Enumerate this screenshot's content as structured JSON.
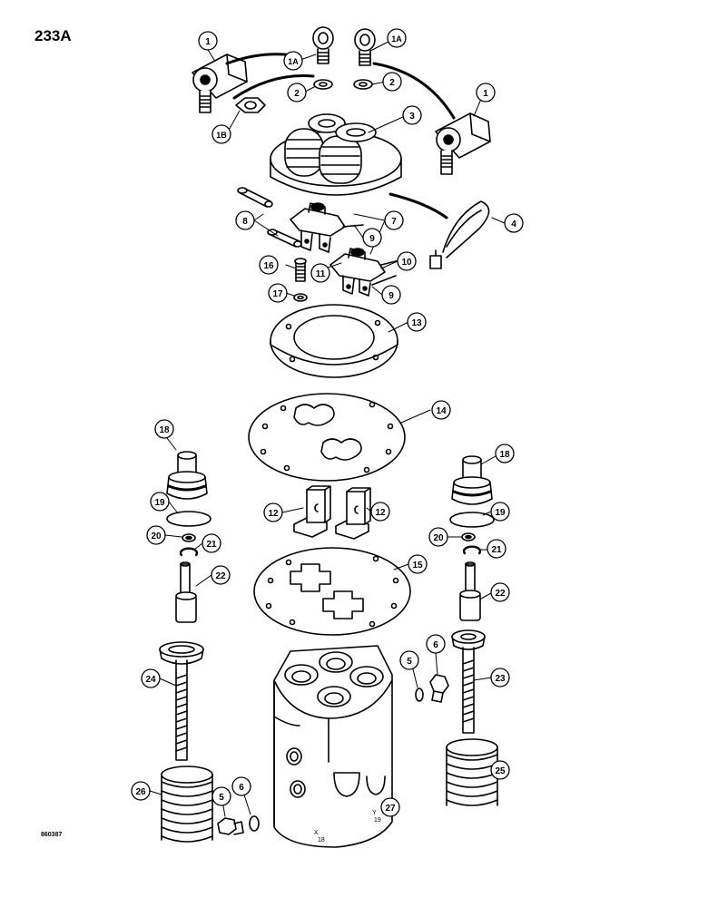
{
  "page_number": "233A",
  "reference_code": "860387",
  "callouts": {
    "c1a": "1",
    "c1b": "1",
    "c1a_eye_l": "1A",
    "c1a_eye_r": "1A",
    "c1b_nut": "1B",
    "c2a": "2",
    "c2b": "2",
    "c3": "3",
    "c4": "4",
    "c5a": "5",
    "c5b": "5",
    "c6a": "6",
    "c6b": "6",
    "c7": "7",
    "c8": "8",
    "c9a": "9",
    "c9b": "9",
    "c10": "10",
    "c11": "11",
    "c12a": "12",
    "c12b": "12",
    "c13": "13",
    "c14": "14",
    "c15": "15",
    "c16": "16",
    "c17": "17",
    "c18a": "18",
    "c18b": "18",
    "c19a": "19",
    "c19b": "19",
    "c20a": "20",
    "c20b": "20",
    "c21a": "21",
    "c21b": "21",
    "c22a": "22",
    "c22b": "22",
    "c23": "23",
    "c24": "24",
    "c25": "25",
    "c26": "26",
    "c27": "27"
  },
  "body_stamps": {
    "left": "X",
    "left_sub": "18",
    "right": "Y",
    "right_sub": "19"
  }
}
